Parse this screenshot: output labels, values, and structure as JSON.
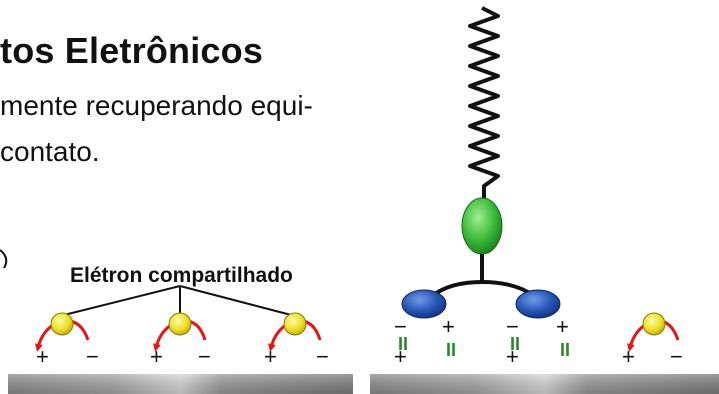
{
  "heading": "tos Eletrônicos",
  "body_lines": [
    "mente recuperando equi-",
    "contato."
  ],
  "shared_electron_label": "Elétron compartilhado",
  "sign_plus": "+",
  "sign_minus": "−",
  "equal_sign": "II",
  "colors": {
    "electron": "#e8e020",
    "arrow": "#e01818",
    "green_body": "#3cb83c",
    "blue_lobe": "#1e4fa8",
    "equal_green": "#2a8a2a",
    "surface": "#9a9a9a"
  }
}
